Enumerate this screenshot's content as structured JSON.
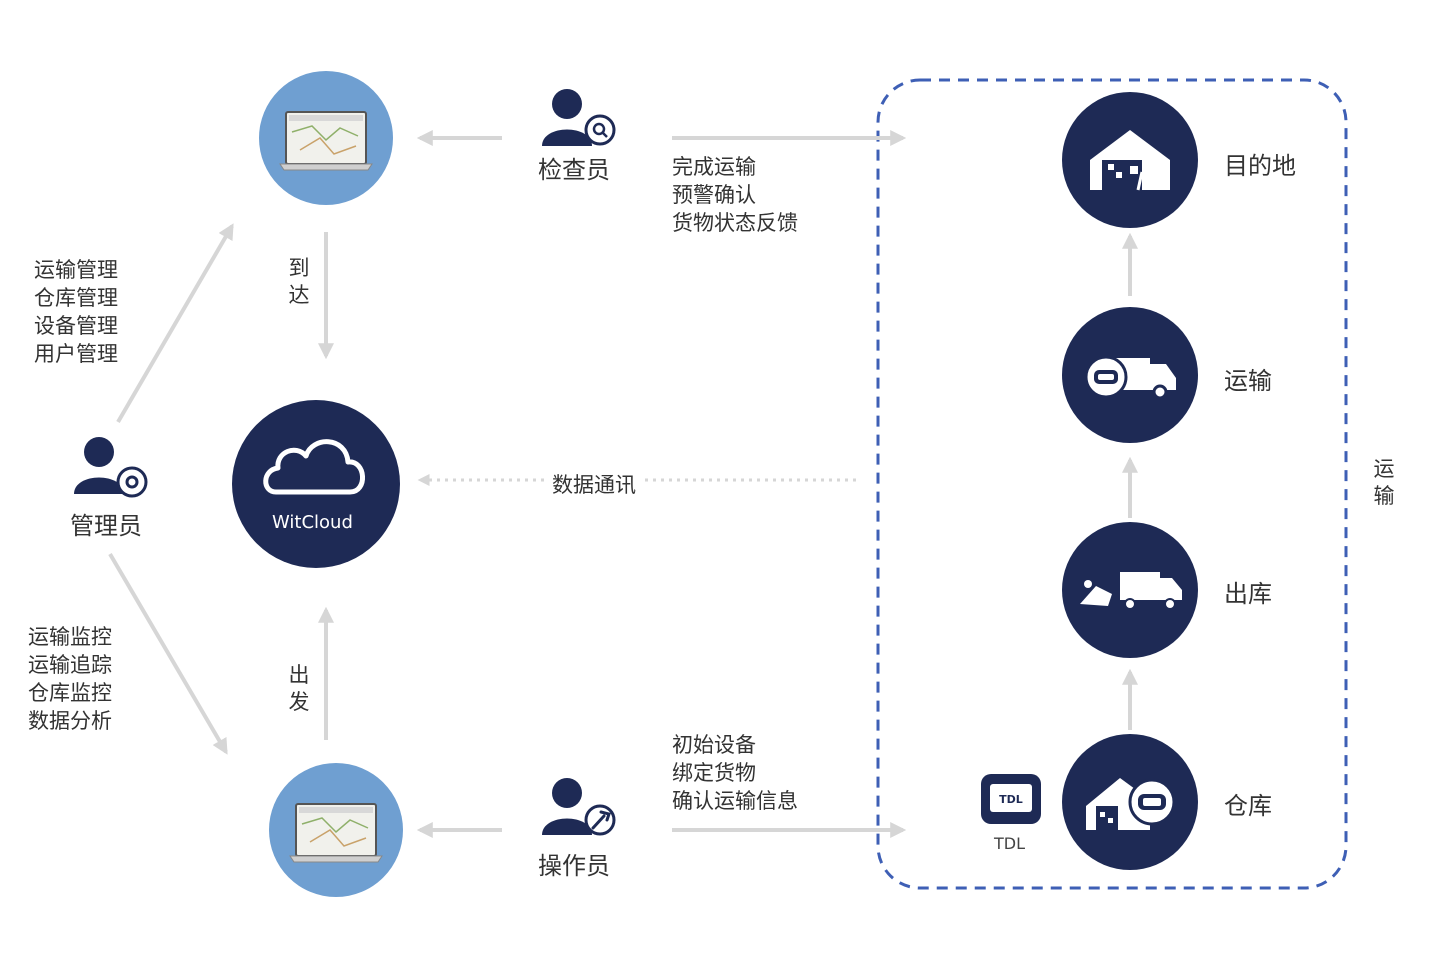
{
  "colors": {
    "navy": "#1e2a55",
    "sky": "#6f9fd1",
    "arrow": "#d6d6d6",
    "dash": "#3e5fb5",
    "text": "#333333"
  },
  "roles": {
    "inspector": "检查员",
    "admin": "管理员",
    "operator": "操作员"
  },
  "admin_tasks_top": [
    "运输管理",
    "仓库管理",
    "设备管理",
    "用户管理"
  ],
  "admin_tasks_bottom": [
    "运输监控",
    "运输追踪",
    "仓库监控",
    "数据分析"
  ],
  "inspector_tasks": [
    "完成运输",
    "预警确认",
    "货物状态反馈"
  ],
  "operator_tasks": [
    "初始设备",
    "绑定货物",
    "确认运输信息"
  ],
  "arrive": [
    "到",
    "达"
  ],
  "depart": [
    "出",
    "发"
  ],
  "data_comm": "数据通讯",
  "cloud_label": "WitCloud",
  "stages": {
    "destination": "目的地",
    "transport": "运输",
    "outbound": "出库",
    "warehouse": "仓库"
  },
  "box_label": [
    "运",
    "输"
  ],
  "tdl": {
    "device_text": "TDL",
    "caption": "TDL"
  },
  "icons": {
    "laptop_top": "laptop-map-icon",
    "laptop_bottom": "laptop-map-icon",
    "cloud": "cloud-icon",
    "inspector": "user-search-icon",
    "admin": "user-gear-icon",
    "operator": "user-wrench-icon",
    "destination": "warehouse-door-icon",
    "transport": "truck-tracker-icon",
    "outbound": "truck-loading-icon",
    "warehouse": "warehouse-tracker-icon",
    "tdl": "tdl-device-icon"
  }
}
